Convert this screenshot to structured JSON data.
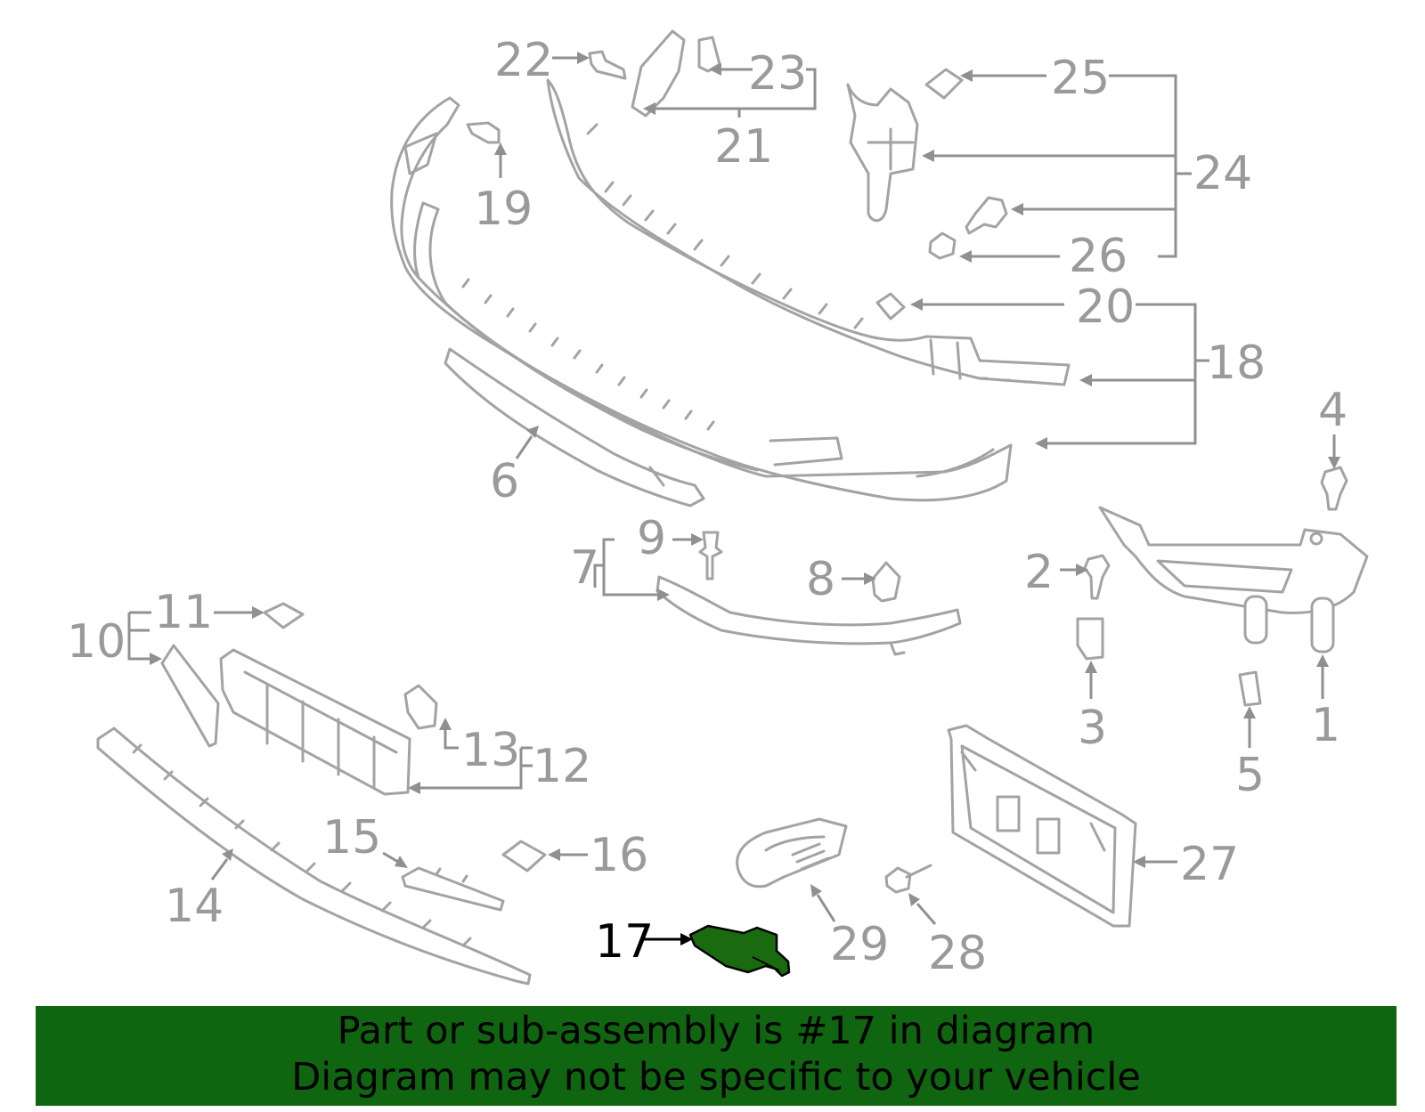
{
  "diagram": {
    "highlighted_part": "17",
    "highlight_color": "#1a6b10",
    "part_labels": {
      "p1": "1",
      "p2": "2",
      "p3": "3",
      "p4": "4",
      "p5": "5",
      "p6": "6",
      "p7": "7",
      "p8": "8",
      "p9": "9",
      "p10": "10",
      "p11": "11",
      "p12": "12",
      "p13": "13",
      "p14": "14",
      "p15": "15",
      "p16": "16",
      "p17": "17",
      "p18": "18",
      "p19": "19",
      "p20": "20",
      "p21": "21",
      "p22": "22",
      "p23": "23",
      "p24": "24",
      "p25": "25",
      "p26": "26",
      "p27": "27",
      "p28": "28",
      "p29": "29"
    }
  },
  "banner": {
    "line1": "Part or sub-assembly is #17 in diagram",
    "line2": "Diagram may not be specific to your vehicle",
    "background_color": "#106510"
  }
}
